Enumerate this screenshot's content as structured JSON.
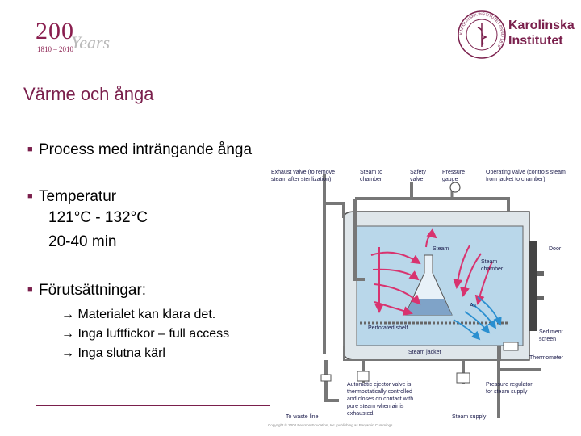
{
  "header": {
    "anniversary_number": "200",
    "anniversary_word": "Years",
    "anniversary_range": "1810 – 2010",
    "institution_name_line1": "Karolinska",
    "institution_name_line2": "Institutet",
    "seal_text": "KAROLINSKA INSTITUTET ANNO 1810"
  },
  "slide": {
    "title": "Värme och ånga",
    "bullets": [
      {
        "lines": [
          "Process med inträngande ånga"
        ]
      },
      {
        "lines": [
          "Temperatur",
          "121°C - 132°C",
          "20-40 min"
        ]
      },
      {
        "lines": [
          "Förutsättningar:"
        ],
        "subitems": [
          "Materialet kan klara det.",
          "Inga luftfickor – full access",
          "Inga slutna kärl"
        ]
      }
    ],
    "arrow_glyph": "→"
  },
  "diagram": {
    "labels": {
      "exhaust_valve": [
        "Exhaust valve (to remove",
        "steam after sterilization)"
      ],
      "steam_to_chamber": [
        "Steam to",
        "chamber"
      ],
      "safety_valve": [
        "Safety",
        "valve"
      ],
      "pressure_gauge": [
        "Pressure",
        "gauge"
      ],
      "operating_valve": [
        "Operating valve (controls steam",
        "from jacket to chamber)"
      ],
      "steam": "Steam",
      "door": "Door",
      "steam_chamber": [
        "Steam",
        "chamber"
      ],
      "air": "Air",
      "perforated_shelf": "Perforated shelf",
      "sediment_screen": [
        "Sediment",
        "screen"
      ],
      "steam_jacket": "Steam jacket",
      "thermometer": "Thermometer",
      "ejector_valve": [
        "Automatic ejector valve is",
        "thermostatically controlled",
        "and closes on contact with",
        "pure steam when air is",
        "exhausted."
      ],
      "pressure_regulator": [
        "Pressure regulator",
        "for steam supply"
      ],
      "waste_line": "To waste line",
      "steam_supply": "Steam supply",
      "copyright": "Copyright © 2004 Pearson Education, Inc. publishing as Benjamin Cummings."
    }
  }
}
